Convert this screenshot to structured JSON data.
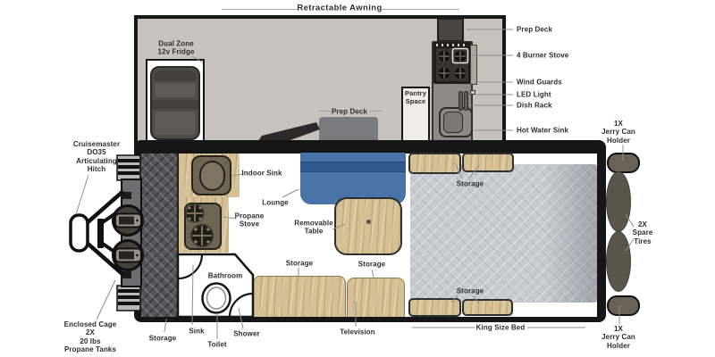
{
  "colors": {
    "ink": "#161616",
    "label": "#2d2d2d",
    "leader": "#8f8f8f",
    "awning-bg": "#c7c2bb",
    "wood": "#d5c094",
    "plate": "#565658",
    "mattress": "#c7cad0",
    "appliance": "#6e6553",
    "sofa-blue": "#4a74a8",
    "sofa-blue-dark": "#30598f",
    "jerry": "#6a6257",
    "tire": "#5c554b",
    "unit-gray": "#8e8b86",
    "prep-gray": "#7b7b7e"
  },
  "labels": {
    "title": "Retractable Awning",
    "fridge": "Dual Zone\n12v Fridge",
    "prep_deck_center": "Prep Deck",
    "pantry": "Pantry\nSpace",
    "outdoor": {
      "prep_deck": "Prep Deck",
      "stove": "4 Burner Stove",
      "wind_guards": "Wind Guards",
      "led": "LED Light",
      "dish_rack": "Dish Rack",
      "hot_water_sink": "Hot Water Sink"
    },
    "right": {
      "jerry_top": "1X\nJerry Can\nHolder",
      "spare_tires": "2X\nSpare\nTires",
      "jerry_bottom": "1X\nJerry Can\nHolder"
    },
    "left": {
      "hitch": "Cruisemaster\nDO35\nArticulating\nHitch",
      "propane": "Enclosed Cage\n2X\n20 lbs\nPropane Tanks"
    },
    "interior": {
      "indoor_sink": "Indoor Sink",
      "lounge": "Lounge",
      "propane_stove": "Propane\nStove",
      "removable_table": "Removable\nTable",
      "bathroom": "Bathroom",
      "sink": "Sink",
      "toilet": "Toilet",
      "shower": "Shower",
      "storage": "Storage",
      "television": "Television",
      "king_bed": "King Size Bed"
    }
  }
}
